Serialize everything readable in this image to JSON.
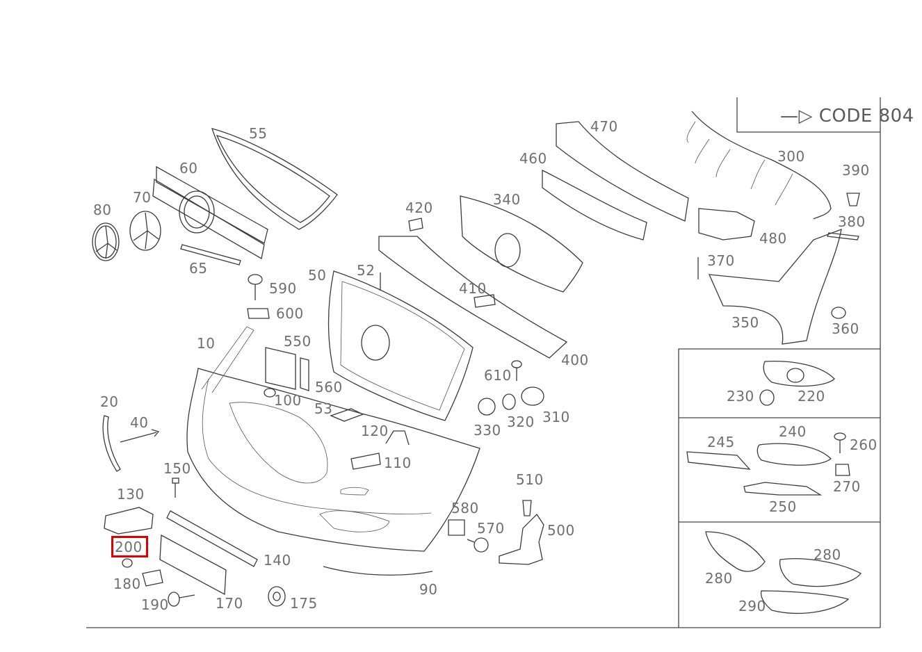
{
  "code_box": {
    "arrow": "—▷",
    "text": "CODE 804"
  },
  "highlight": {
    "part": "200",
    "color": "#e00000"
  },
  "labels": {
    "p10": "10",
    "p20": "20",
    "p40": "40",
    "p50": "50",
    "p52": "52",
    "p53": "53",
    "p55": "55",
    "p60": "60",
    "p65": "65",
    "p70": "70",
    "p80": "80",
    "p90": "90",
    "p100": "100",
    "p110": "110",
    "p120": "120",
    "p130": "130",
    "p140": "140",
    "p150": "150",
    "p170": "170",
    "p175": "175",
    "p180": "180",
    "p190": "190",
    "p200": "200",
    "p220": "220",
    "p230": "230",
    "p240": "240",
    "p245": "245",
    "p250": "250",
    "p260": "260",
    "p270": "270",
    "p280a": "280",
    "p280b": "280",
    "p290": "290",
    "p300": "300",
    "p310": "310",
    "p320": "320",
    "p330": "330",
    "p340": "340",
    "p350": "350",
    "p360": "360",
    "p370": "370",
    "p380": "380",
    "p390": "390",
    "p400": "400",
    "p410": "410",
    "p420": "420",
    "p460": "460",
    "p470": "470",
    "p480": "480",
    "p500": "500",
    "p510": "510",
    "p550": "550",
    "p560": "560",
    "p570": "570",
    "p580": "580",
    "p590": "590",
    "p600": "600",
    "p610": "610"
  }
}
